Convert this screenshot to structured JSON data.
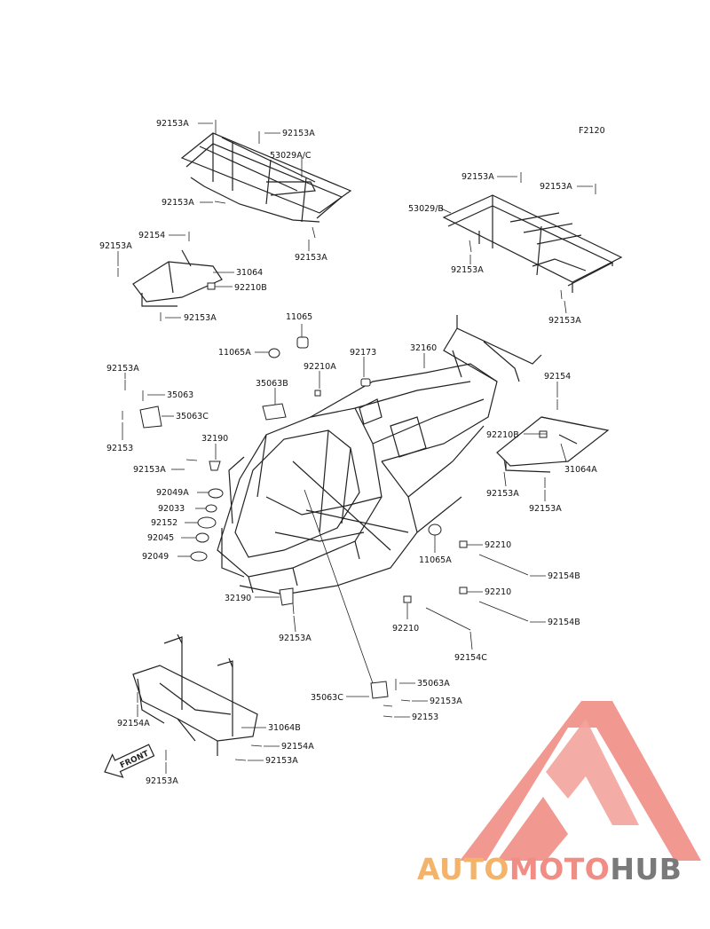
{
  "figure_code": "F2120",
  "front_label": "FRONT",
  "watermark": {
    "part1": "AUTO",
    "part2": "MOTO",
    "part3": "HUB"
  },
  "colors": {
    "logo_red": "#f08d84",
    "logo_orange": "#f3b36a",
    "logo_gray": "#7a7a7a"
  },
  "labels": {
    "l1": "92153A",
    "l2": "92153A",
    "l3": "53029A/C",
    "l4": "92153A",
    "l5": "92153A",
    "l6": "92153A",
    "l7": "92153A",
    "l8": "53029/B",
    "l9": "92153A",
    "l10": "92153A",
    "l11": "92154",
    "l12": "92153A",
    "l13": "31064",
    "l14": "92210B",
    "l15": "92153A",
    "l16": "11065",
    "l17": "11065A",
    "l18": "92173",
    "l19": "32160",
    "l20": "92210A",
    "l21": "35063B",
    "l22": "92153A",
    "l23": "35063",
    "l24": "35063C",
    "l25": "92153",
    "l26": "92154",
    "l27": "92210B",
    "l28": "31064A",
    "l29": "32190",
    "l30": "92153A",
    "l31": "92153A",
    "l32": "92153A",
    "l33": "92049A",
    "l34": "92033",
    "l35": "92152",
    "l36": "92045",
    "l37": "92049",
    "l38": "11065A",
    "l39": "92210",
    "l40": "92154B",
    "l41": "92210",
    "l42": "92154B",
    "l43": "32190",
    "l44": "92210",
    "l45": "92154C",
    "l46": "92153A",
    "l47": "35063A",
    "l48": "35063C",
    "l49": "92153A",
    "l50": "92153",
    "l51": "92154A",
    "l52": "31064B",
    "l53": "92154A",
    "l54": "92153A",
    "l55": "92153A"
  }
}
